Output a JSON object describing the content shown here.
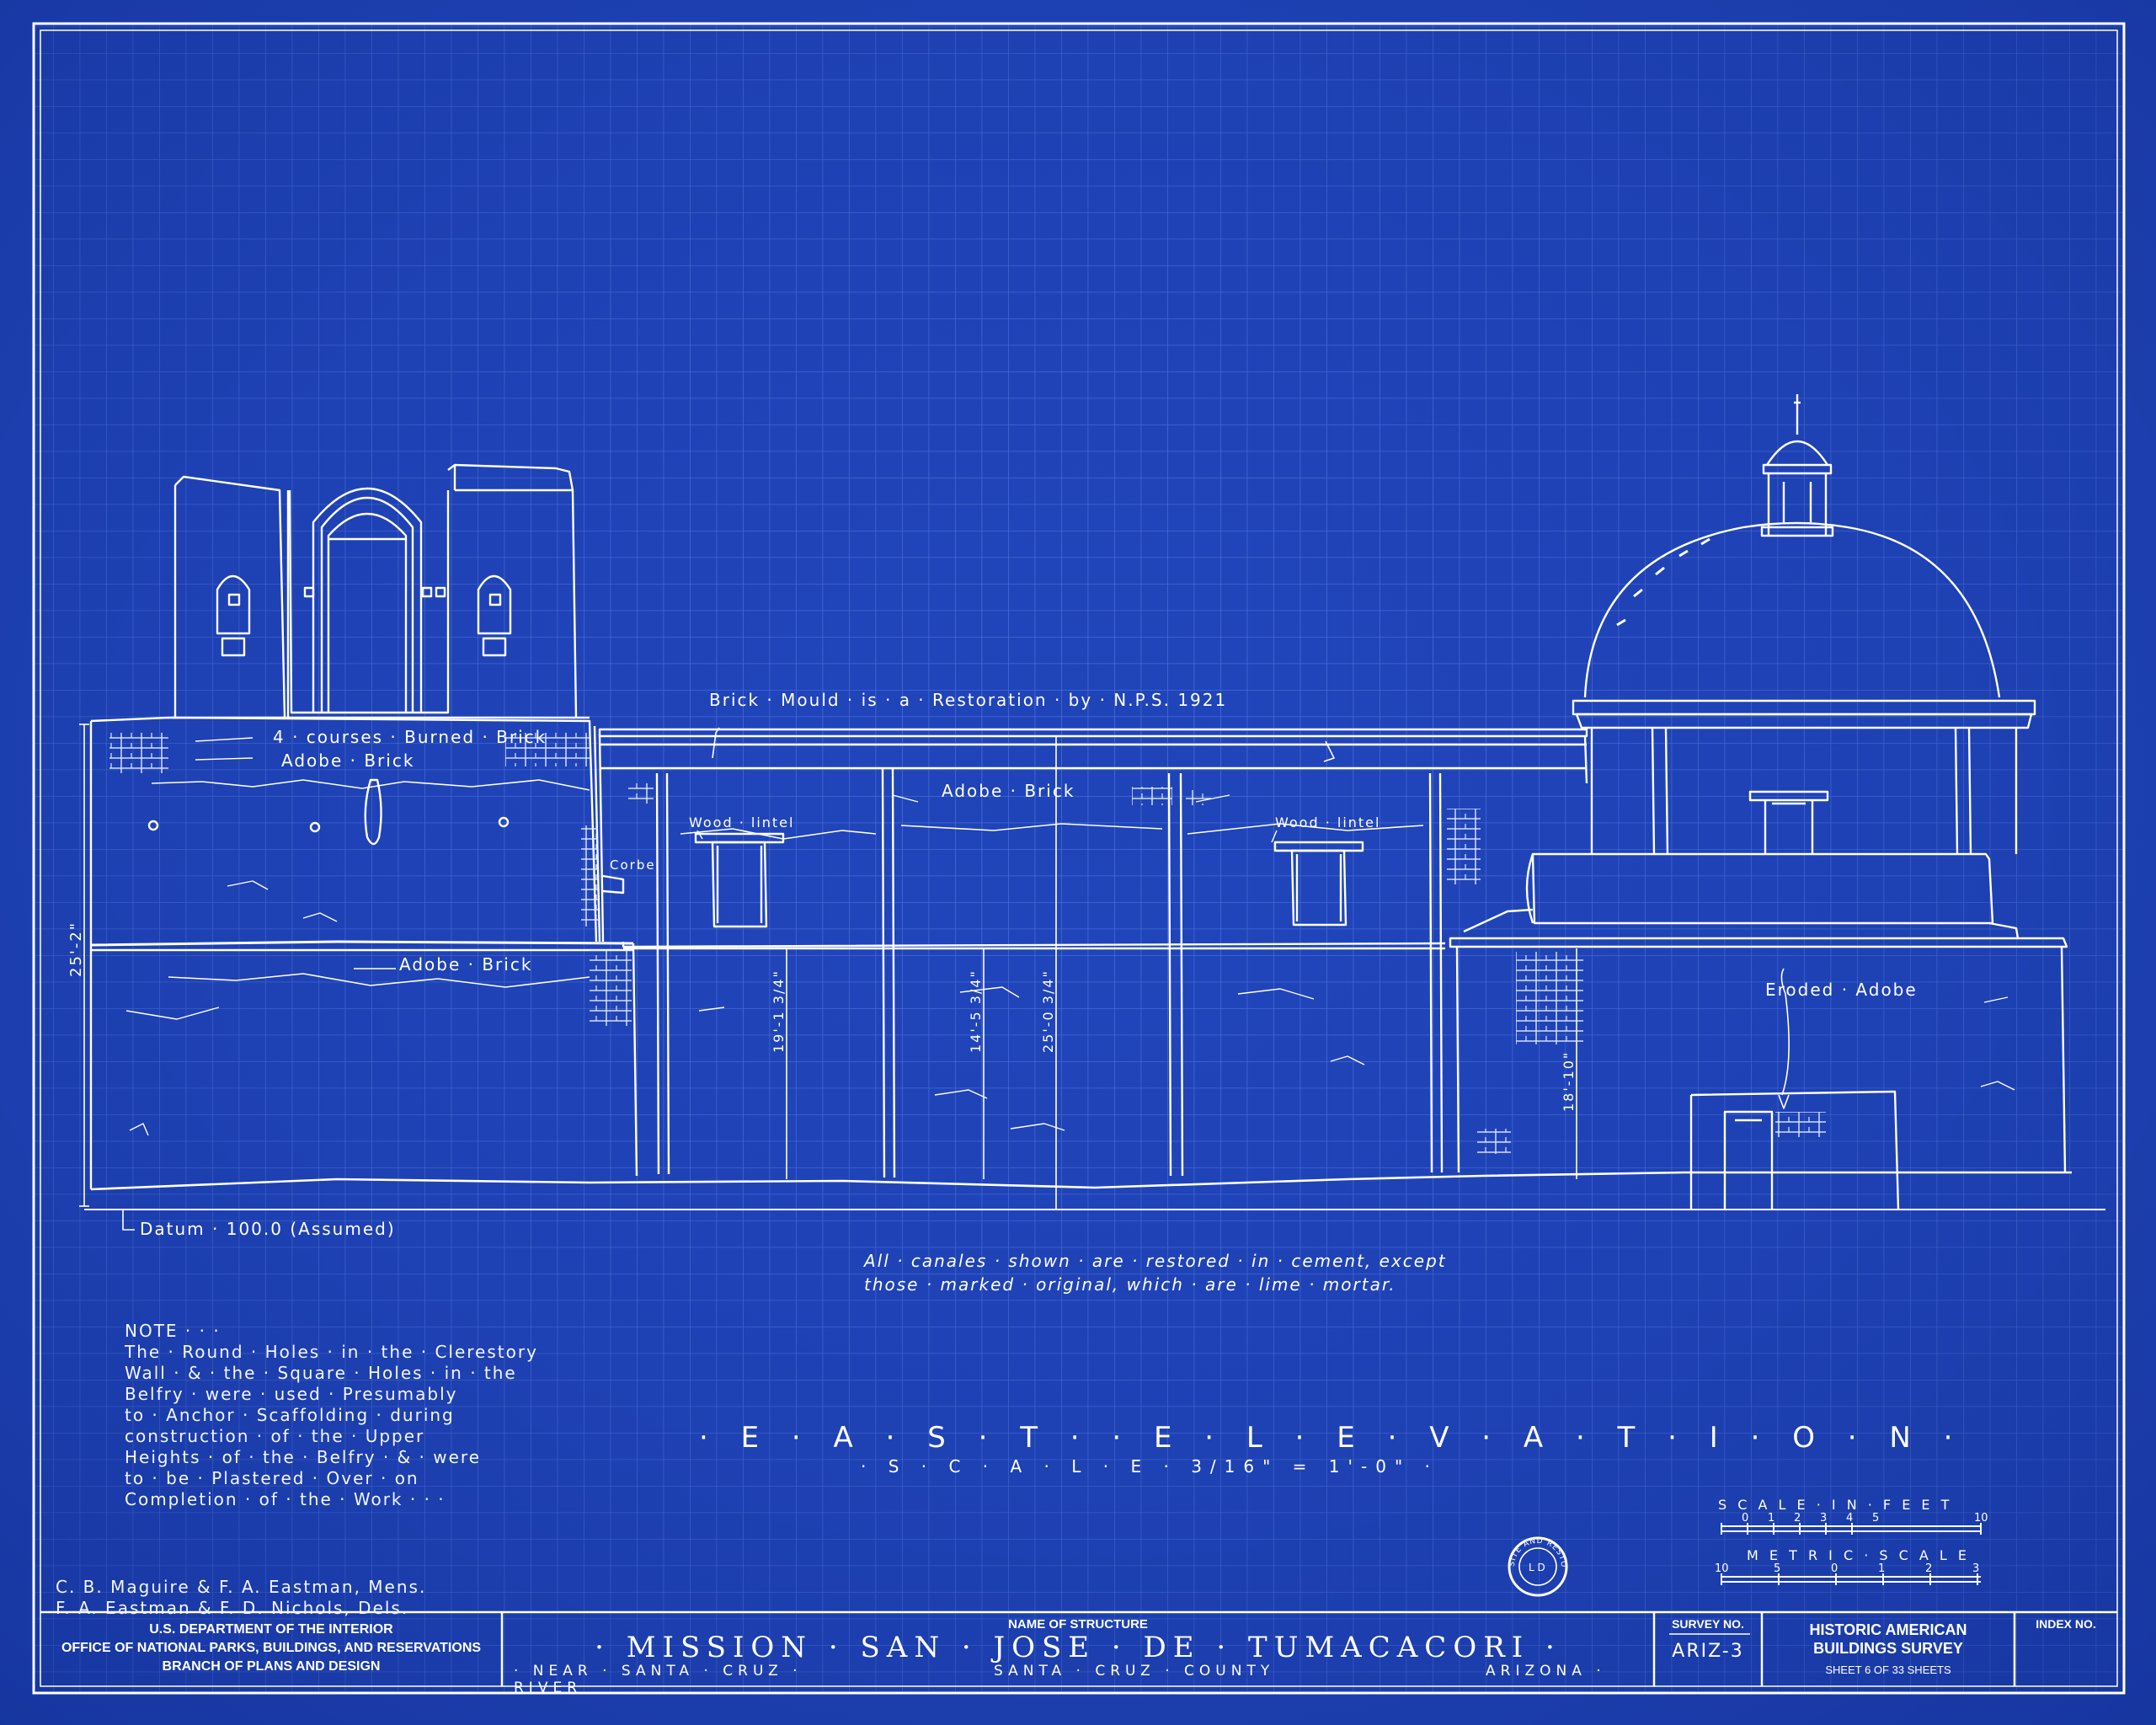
{
  "drawing": {
    "labels": {
      "brick_mould": "Brick · Mould · is · a · Restoration · by · N.P.S. 1921",
      "burned_brick": "4 · courses · Burned · Brick",
      "adobe_brick_upper_left": "Adobe · Brick",
      "adobe_brick_center": "Adobe · Brick",
      "adobe_brick_lower": "Adobe · Brick",
      "wood_lintel_left": "Wood · lintel",
      "wood_lintel_right": "Wood · lintel",
      "corbel": "Corbel",
      "eroded_adobe": "Eroded · Adobe",
      "datum": "Datum · 100.0 (Assumed)"
    },
    "dimensions": {
      "overall_height": "25'-2\"",
      "height_a": "19'-1 3/4\"",
      "height_b": "14'-5 3/4\"",
      "height_c": "25'-0 3/4\"",
      "height_d": "18'-10\""
    },
    "canales_note": {
      "line1": "All · canales · shown · are · restored · in · cement, except",
      "line2": "those · marked · original, which · are · lime · mortar."
    },
    "title": "· E · A · S · T · · E · L · E · V · A · T · I · O · N ·",
    "scale": "· S · C · A · L · E · 3/16\" = 1'-0\" ·"
  },
  "note": {
    "heading": "NOTE · · ·",
    "lines": [
      "The · Round · Holes · in · the · Clerestory",
      "Wall · & · the · Square · Holes · in · the",
      "Belfry · were · used · Presumably",
      "to · Anchor · Scaffolding · during",
      "construction · of · the · Upper",
      "Heights · of · the · Belfry · & · were",
      "to · be · Plastered · Over · on",
      "Completion · of · the · Work · · ·"
    ]
  },
  "makers": {
    "line1": "C. B. Maguire & F. A. Eastman, Mens.",
    "line2": "F. A. Eastman & F. D. Nichols, Dels."
  },
  "scales": {
    "feet_label": "S C A L E · I N · F E E T",
    "feet_ticks": [
      "0",
      "1",
      "2",
      "3",
      "4",
      "5",
      "10"
    ],
    "metric_label": "M E T R I C · S C A L E",
    "metric_ticks": [
      "10",
      "5",
      "0",
      "1",
      "2",
      "3"
    ]
  },
  "seal": {
    "text": "SITE AND RESTORATION",
    "center": "L D"
  },
  "title_block": {
    "agency_line1": "U.S. DEPARTMENT OF THE INTERIOR",
    "agency_line2": "OFFICE OF NATIONAL PARKS, BUILDINGS, AND RESERVATIONS",
    "agency_line3": "BRANCH OF PLANS AND DESIGN",
    "name_label": "NAME OF STRUCTURE",
    "name": "· MISSION · SAN · JOSE · DE · TUMACACORI ·",
    "location_1": "· NEAR · SANTA · CRUZ · RIVER",
    "location_2": "SANTA · CRUZ · COUNTY",
    "location_3": "ARIZONA ·",
    "survey_label": "SURVEY NO.",
    "survey_no": "ARIZ-3",
    "habs_line1": "HISTORIC AMERICAN",
    "habs_line2": "BUILDINGS SURVEY",
    "sheet_text": "SHEET 6 OF 33 SHEETS",
    "index_label": "INDEX NO."
  },
  "colors": {
    "paper": "#1f43b8",
    "line": "#ffffff",
    "grid": "#5e86e6"
  }
}
